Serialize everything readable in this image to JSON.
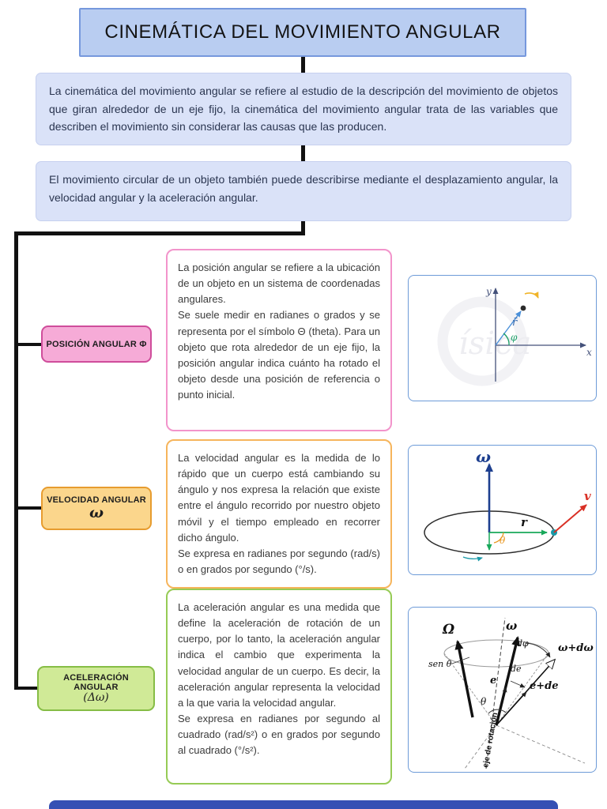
{
  "title": "CINEMÁTICA DEL MOVIMIENTO ANGULAR",
  "intro": {
    "box1": "La cinemática del movimiento angular se refiere al estudio de la descripción del movimiento de objetos que giran alrededor de un eje fijo, la cinemática del movimiento angular trata de las variables que describen el movimiento sin considerar las causas que las producen.",
    "box2": "El movimiento circular de un objeto también puede describirse mediante el desplazamiento angular, la velocidad angular y la aceleración angular."
  },
  "branches": [
    {
      "label": "POSICIÓN ANGULAR Φ",
      "description": "La posición angular se refiere a la ubicación de un objeto en un sistema de coordenadas angulares.\nSe suele medir en radianes o grados y se representa por el símbolo Θ (theta). Para un objeto que rota alrededor de un eje fijo, la posición angular indica cuánto ha rotado el objeto desde una posición de referencia o punto inicial.",
      "colors": {
        "fill": "#f6abd7",
        "border": "#cf4d9b",
        "desc_border": "#f294cb"
      }
    },
    {
      "label": "VELOCIDAD ANGULAR",
      "symbol": "ω",
      "description": "La velocidad angular es la medida de lo rápido que un cuerpo está cambiando su ángulo y nos expresa la relación que existe entre el ángulo recorrido por nuestro objeto móvil y el tiempo empleado en recorrer dicho ángulo.\nSe expresa en radianes por segundo (rad/s) o en grados por segundo (°/s).",
      "colors": {
        "fill": "#fbd68c",
        "border": "#e79c2f",
        "desc_border": "#f6b55c"
      }
    },
    {
      "label": "ACELERACIÓN ANGULAR",
      "symbol": "(Δω)",
      "description": "La aceleración angular es una medida que define la aceleración de rotación de un cuerpo, por lo tanto, la aceleración angular indica el cambio que experimenta la velocidad angular de un cuerpo. Es decir, la aceleración angular representa la velocidad a la que varia la velocidad angular.\nSe expresa en radianes por segundo al cuadrado (rad/s²) o en grados por segundo al cuadrado (°/s²).",
      "colors": {
        "fill": "#d0ea97",
        "border": "#86bd45",
        "desc_border": "#96cb55"
      }
    }
  ],
  "diagrams": {
    "position": {
      "watermark": "ísica",
      "y_label": "y",
      "x_label": "x",
      "r_label": "r̄",
      "phi_label": "φ"
    },
    "velocity": {
      "omega_label": "ω",
      "r_label": "r",
      "theta_label": "θ",
      "v_label": "v"
    },
    "acceleration": {
      "Omega_label": "Ω",
      "omega_label": "ω",
      "dphi_label": "dφ",
      "omega_dw_label": "ω+dω",
      "sen_theta_label": "sen θ",
      "de_label": "de",
      "e_label": "e",
      "e_de_label": "e+de",
      "theta_label": "θ",
      "axis_label": "eje de rotación"
    }
  },
  "colors": {
    "title_fill": "#b9cdf1",
    "title_border": "#7698dd",
    "intro_fill": "#dae2f8",
    "connector": "#111111",
    "image_border": "#6d9bd8",
    "bottom_bar": "#3550b4"
  }
}
